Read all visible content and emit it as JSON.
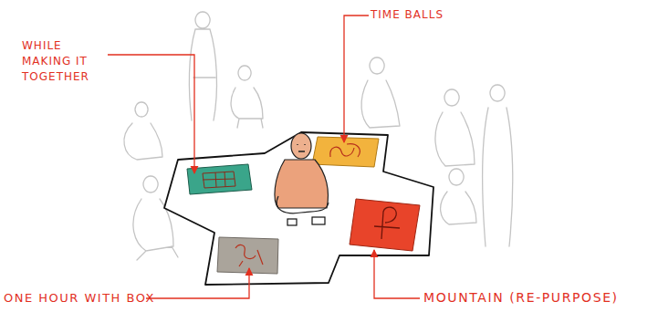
{
  "diagram": {
    "labels": [
      "TIME BALLS",
      "WHILE MAKING IT TOGETHER",
      "ONE HOUR WITH BOX",
      "MOUNTAIN (RE-PURPOSE)"
    ]
  }
}
